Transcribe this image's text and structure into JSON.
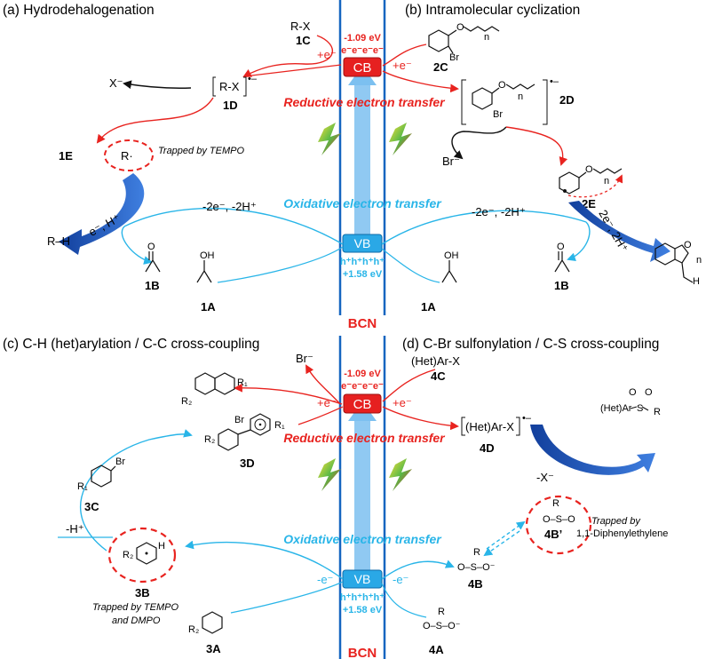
{
  "colors": {
    "red": "#e8231f",
    "cyan": "#29b5e8",
    "navy": "#1f55b5",
    "band_blue": "#1565c0",
    "cb_red": "#e62020",
    "vb_blue": "#2aa8e6"
  },
  "panel_a": {
    "title": "(a) Hydrodehalogenation",
    "rx": "R-X",
    "c1": "1C",
    "rx_bracket": "R-X",
    "d1": "1D",
    "x_minus": "X⁻",
    "e1": "1E",
    "r_dot": "R·",
    "trapped": "Trapped by TEMPO",
    "e_h": "e⁻, H⁺",
    "rh": "R–H",
    "b1": "1B",
    "a1": "1A",
    "plus_e": "+e⁻",
    "minus_2e": "-2e⁻, -2H⁺"
  },
  "panel_b": {
    "title": "(b) Intramolecular cyclization",
    "c2": "2C",
    "d2": "2D",
    "e2": "2E",
    "br_minus": "Br⁻",
    "b1": "1B",
    "a1": "1A",
    "plus_e": "+e⁻",
    "minus_2e": "-2e⁻, -2H⁺",
    "two_e": "2e⁻, 2H⁺",
    "n": "n",
    "br": "Br",
    "o": "O",
    "h": "H"
  },
  "panel_c": {
    "title": "(c) C-H (het)arylation / C-C cross-coupling",
    "br_minus": "Br⁻",
    "d3": "3D",
    "c3": "3C",
    "b3": "3B",
    "a3": "3A",
    "minus_h": "-H⁺",
    "minus_e": "-e⁻",
    "plus_e": "+e⁻",
    "trapped_1": "Trapped by TEMPO",
    "trapped_2": "and DMPO",
    "r1": "R₁",
    "r2": "R₂",
    "br": "Br",
    "h": "H"
  },
  "panel_d": {
    "title": "(d) C-Br sulfonylation / C-S cross-coupling",
    "hetar_x": "(Het)Ar-X",
    "c4": "4C",
    "d4": "4D",
    "hetar_x_br": "(Het)Ar-X",
    "minus_x": "-X⁻",
    "b4p": "4B’",
    "b4": "4B",
    "a4": "4A",
    "trapped_1": "Trapped by",
    "trapped_2": "1,1-Diphenylethylene",
    "minus_e": "-e⁻",
    "plus_e": "+e⁻",
    "hetar": "(Het)Ar",
    "r": "R"
  },
  "center": {
    "cb": "CB",
    "vb": "VB",
    "cb_potential": "-1.09 eV",
    "vb_potential": "+1.58 eV",
    "electrons": "e⁻e⁻e⁻e⁻",
    "holes": "h⁺h⁺h⁺h⁺",
    "reductive": "Reductive electron transfer",
    "oxidative": "Oxidative electron transfer",
    "bcn": "BCN"
  }
}
